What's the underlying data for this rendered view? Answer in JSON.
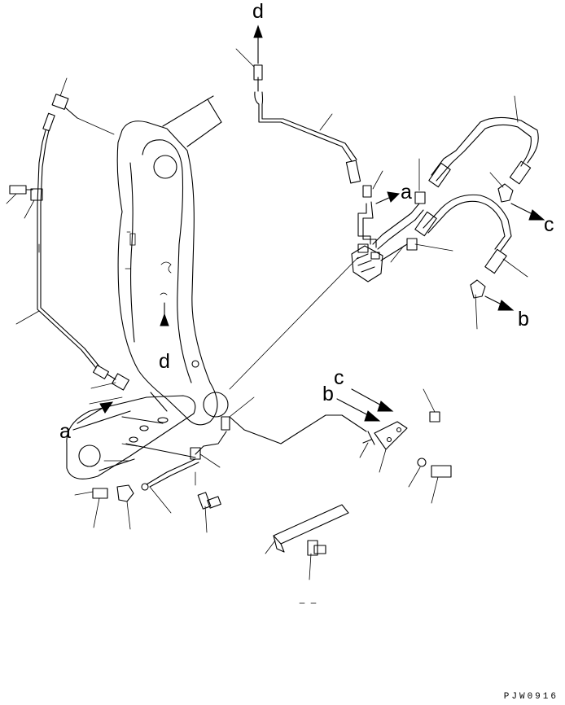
{
  "labels": {
    "a_upper": "a",
    "a_lower": "a",
    "b_right": "b",
    "b_plate": "b",
    "c_right": "c",
    "c_plate": "c",
    "d_top": "d",
    "d_mid": "d"
  },
  "drawing_code": "PJW0916"
}
